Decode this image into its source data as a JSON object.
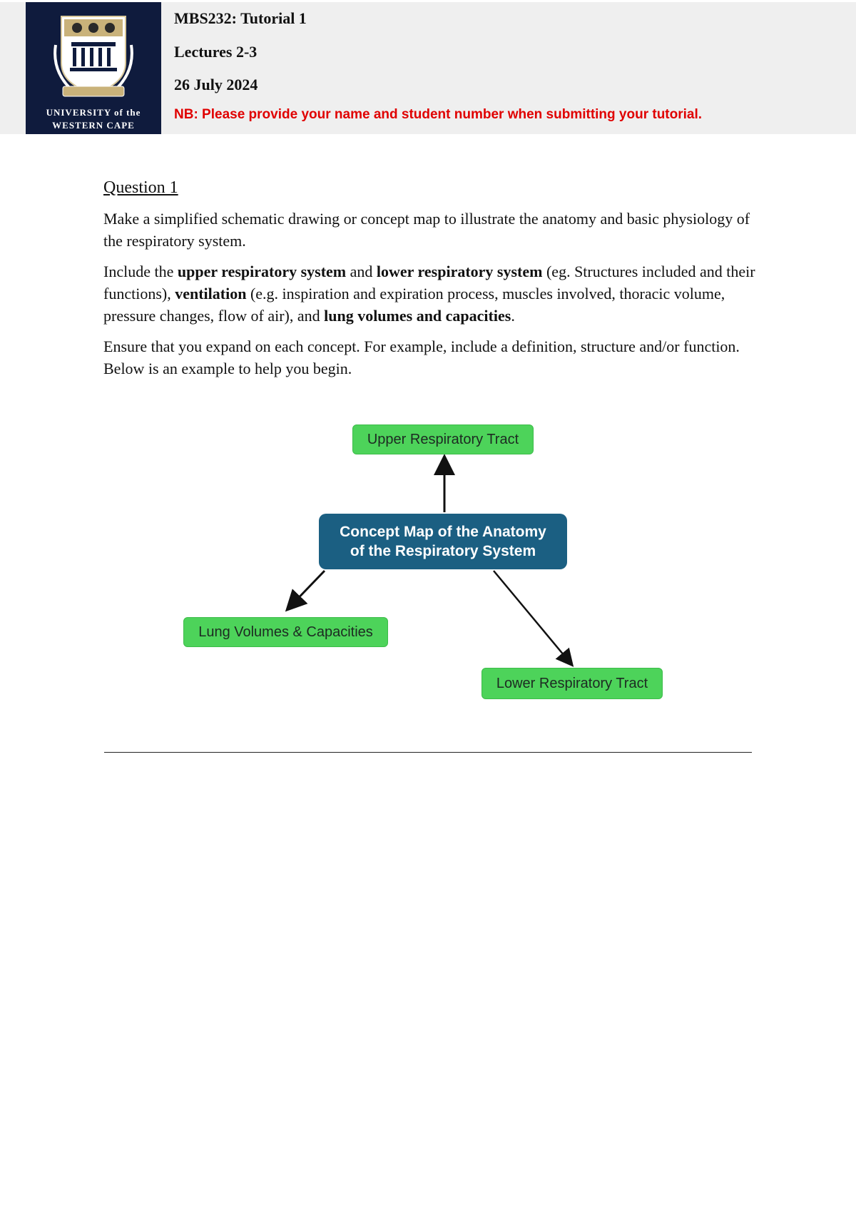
{
  "header": {
    "logo_text_line1": "UNIVERSITY of the",
    "logo_text_line2": "WESTERN CAPE",
    "course_title": "MBS232: Tutorial 1",
    "lectures": "Lectures 2-3",
    "date": "26 July 2024",
    "notice": "NB: Please provide your name and student number when submitting your tutorial."
  },
  "question": {
    "title": "Question 1",
    "para1": "Make a simplified schematic drawing or concept map to illustrate the anatomy and basic physiology of the respiratory system.",
    "para2": {
      "t1": "Include the ",
      "b1": "upper respiratory system",
      "t2": " and ",
      "b2": "lower respiratory system",
      "t3": " (eg. Structures included and their functions), ",
      "b3": "ventilation",
      "t4": " (e.g. inspiration and expiration process, muscles involved, thoracic volume, pressure changes, flow of air), and ",
      "b4": "lung volumes and capacities",
      "t5": "."
    },
    "para3": "Ensure that you expand on each concept. For example, include a definition, structure and/or function. Below is an example to help you begin."
  },
  "concept_map": {
    "center": {
      "line1": "Concept Map of the Anatomy",
      "line2": "of the Respiratory System"
    },
    "upper": "Upper Respiratory Tract",
    "lung": "Lung Volumes & Capacities",
    "lower": "Lower Respiratory Tract",
    "colors": {
      "node_green": "#4dd35a",
      "center_blue": "#1b5f82",
      "notice_red": "#e00000",
      "logo_navy": "#0f1b3d"
    }
  }
}
